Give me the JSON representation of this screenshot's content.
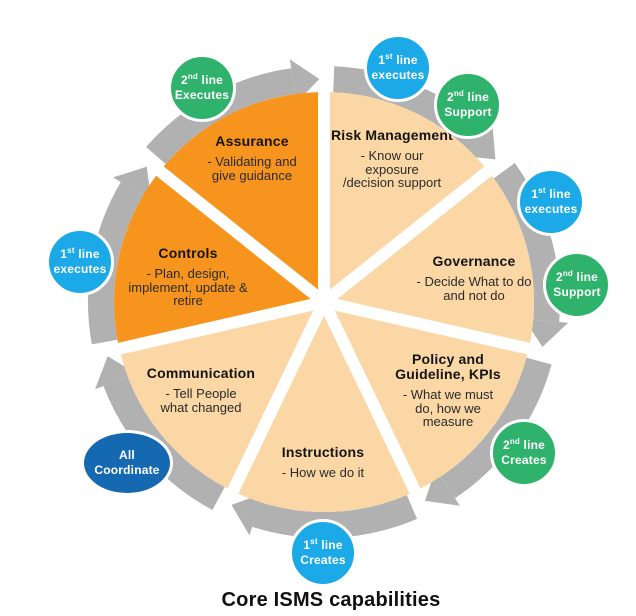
{
  "title": "Core ISMS capabilities",
  "colors": {
    "orange": "#F7941E",
    "peach": "#FAD7A5",
    "green": "#2FB26B",
    "cyan": "#1CA9E8",
    "blue": "#1569B0",
    "gray": "#B1B1B1",
    "title_text": "#101010",
    "body_text": "#2b2b2b"
  },
  "flow_direction": "clockwise",
  "segments": [
    {
      "title": "Risk Management",
      "body": "- Know our\nexposure\n/decision support",
      "color": "peach"
    },
    {
      "title": "Governance",
      "body": "- Decide What to do\nand not do",
      "color": "peach"
    },
    {
      "title": "Policy and\nGuideline, KPIs",
      "body": "- What we must\ndo, how we\nmeasure",
      "color": "peach"
    },
    {
      "title": "Instructions",
      "body": "- How we do it",
      "color": "peach"
    },
    {
      "title": "Communication",
      "body": "- Tell People\nwhat changed",
      "color": "peach"
    },
    {
      "title": "Controls",
      "body": "- Plan, design,\nimplement, update &\nretire",
      "color": "orange"
    },
    {
      "title": "Assurance",
      "body": "- Validating and\ngive guidance",
      "color": "orange"
    }
  ],
  "badges": [
    {
      "base": "2",
      "sup": "nd",
      "rest": " line",
      "line2": "Executes",
      "color": "green"
    },
    {
      "base": "1",
      "sup": "st",
      "rest": " line",
      "line2": "executes",
      "color": "cyan"
    },
    {
      "base": "2",
      "sup": "nd",
      "rest": " line",
      "line2": "Support",
      "color": "green"
    },
    {
      "base": "1",
      "sup": "st",
      "rest": " line",
      "line2": "executes",
      "color": "cyan"
    },
    {
      "base": "2",
      "sup": "nd",
      "rest": " line",
      "line2": "Support",
      "color": "green"
    },
    {
      "base": "2",
      "sup": "nd",
      "rest": " line",
      "line2": "Creates",
      "color": "green"
    },
    {
      "base": "1",
      "sup": "st",
      "rest": " line",
      "line2": "Creates",
      "color": "cyan"
    },
    {
      "base": "All",
      "sup": "",
      "rest": "",
      "line2": "Coordinate",
      "color": "blue"
    },
    {
      "base": "1",
      "sup": "st",
      "rest": " line",
      "line2": "executes",
      "color": "cyan"
    }
  ]
}
